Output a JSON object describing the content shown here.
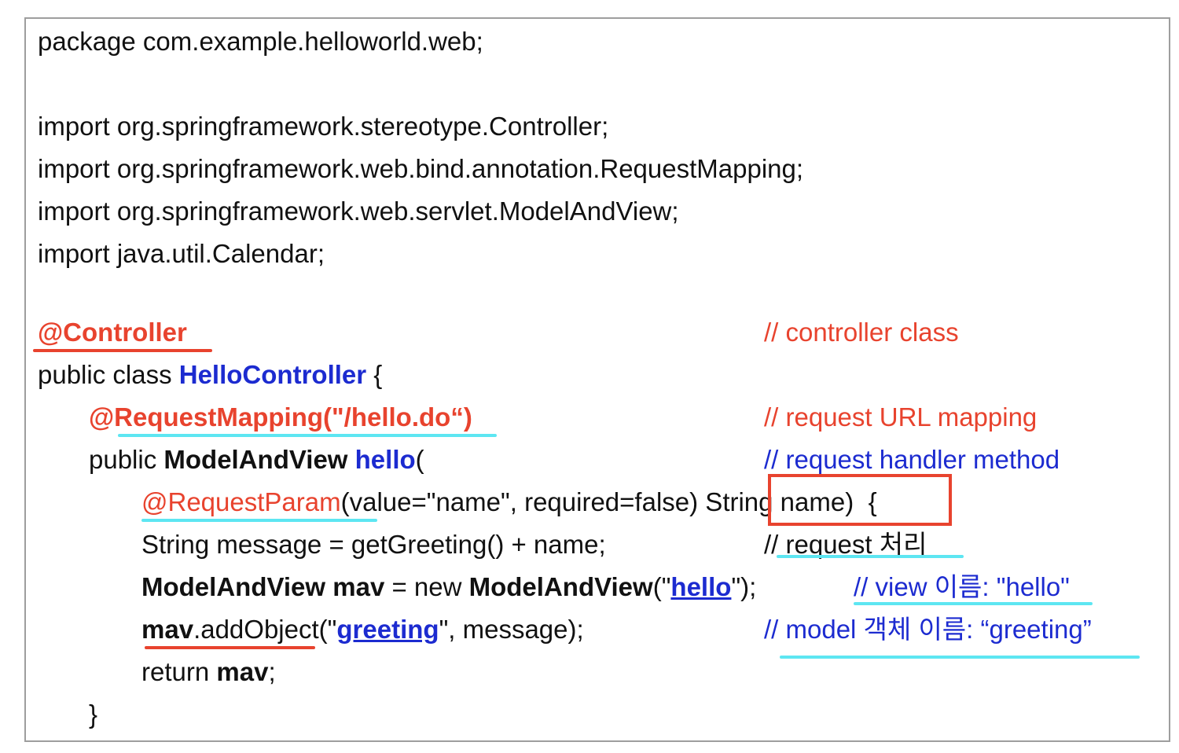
{
  "code": {
    "package_line": "package com.example.helloworld.web;",
    "imports": [
      "import org.springframework.stereotype.Controller;",
      "import org.springframework.web.bind.annotation.RequestMapping;",
      "import org.springframework.web.servlet.ModelAndView;",
      "import java.util.Calendar;"
    ],
    "controller_annotation": "@Controller",
    "class_decl_prefix": "public class ",
    "class_name": "HelloController",
    "class_decl_suffix": " {",
    "request_mapping_prefix": "@RequestMapping(",
    "request_mapping_url": "\"/hello.do“",
    "request_mapping_suffix": ")",
    "method_prefix": "public ",
    "method_return_type": "ModelAndView",
    "method_name": "hello",
    "method_paren": "(",
    "param_annotation": "@RequestParam",
    "param_args": "(value=\"name\", required=false",
    "param_close": ")",
    "param_decl": " String name)",
    "param_brace": "  {",
    "message_line": "String message = getGreeting() + name;",
    "mav_type": "ModelAndView",
    "mav_var": " mav",
    "mav_new": " = new ",
    "mav_ctor": "ModelAndView",
    "mav_open": "(\"",
    "mav_view_name": "hello",
    "mav_close": "\");",
    "add_var": "mav",
    "add_call": ".addObject(\"",
    "add_key": "greeting",
    "add_rest": "\", message);",
    "return_prefix": "return ",
    "return_var": "mav",
    "return_suffix": ";",
    "closing_brace": "}"
  },
  "comments": {
    "controller_class": "// controller class",
    "request_mapping": "// request URL mapping",
    "handler_method": "// request handler method",
    "request_process": "// request 처리",
    "view_name": "// view 이름: \"hello\"",
    "model_name": "// model 객체 이름: “greeting”"
  },
  "colors": {
    "annotation_red": "#e8432e",
    "keyword_blue": "#1c2bd0",
    "highlight_cyan": "#5de6f2"
  }
}
